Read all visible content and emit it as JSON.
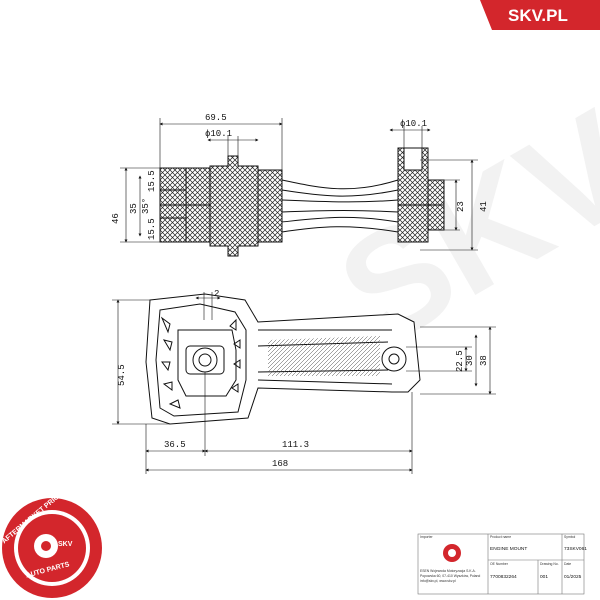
{
  "brand": {
    "logo_text": "SKV.PL",
    "color": "#d3262c"
  },
  "dimensions": {
    "top_view": {
      "width_total": "69.5",
      "bore_left": "ϕ10.1",
      "bore_right": "ϕ10.1",
      "height_outer": "46",
      "height_inner": "35",
      "upper_offset": "15.5",
      "angle": "35°",
      "lower_offset": "15.5",
      "right_inner": "23",
      "right_outer": "41"
    },
    "side_view": {
      "gap": "2",
      "height": "54.5",
      "left_segment": "36.5",
      "middle_segment": "111.3",
      "total_length": "168",
      "right_a": "22.5",
      "right_b": "30",
      "right_c": "38"
    }
  },
  "title_block": {
    "importer_label": "Importer",
    "product_name_label": "Product name",
    "symbol_label": "Symbol",
    "product_name": "ENGINE MOUNT",
    "symbol": "73SKV061",
    "oe_number_label": "OE Number",
    "drawing_no_label": "Drawing No.",
    "date_label": "Date",
    "oe_number": "7700832264",
    "drawing_no": "001",
    "date": "01/2025",
    "company_name": "ESEN Wojewoda Motoryzacja S.K.A.",
    "company_address": "Popowska 60, 07-410 Wyszków, Poland",
    "company_contact": "info@skv.pl, www.skv.pl"
  },
  "seal": {
    "ring_text": "AFTERMARKET PRICE · OE QUALITY",
    "center_text": "SKV",
    "bottom_text": "AUTO PARTS"
  }
}
